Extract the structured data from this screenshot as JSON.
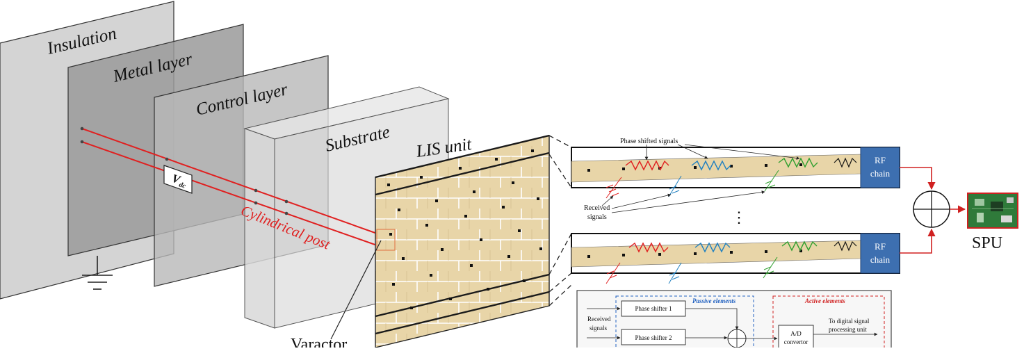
{
  "layers": {
    "insulation": "Insulation",
    "metal": "Metal layer",
    "control": "Control layer",
    "substrate": "Substrate",
    "lis_unit": "LIS unit"
  },
  "labels": {
    "vdc_main": "V",
    "vdc_sub": "dc",
    "cylindrical_post": "Cylindrical post",
    "varactor": "Varactor",
    "phase_shifted": "Phase shifted signals",
    "received_line1": "Received",
    "received_line2": "signals",
    "ellipsis": "⋮",
    "spu": "SPU"
  },
  "rf_chain": {
    "line1": "RF",
    "line2": "chain"
  },
  "inset": {
    "received_line1": "Received",
    "received_line2": "signals",
    "phase_shifter_1": "Phase shifter 1",
    "phase_shifter_2": "Phase shifter 2",
    "passive": "Passive elements",
    "active": "Active elements",
    "ad_line1": "A/D",
    "ad_line2": "convertor",
    "to_digital_1": "To digital signal",
    "to_digital_2": "processing unit"
  },
  "colors": {
    "accent_red": "#e02020",
    "rf_blue": "#3d6fb0",
    "wood": "#e8d5a8",
    "wave_red": "#e02020",
    "wave_blue": "#2080c0",
    "wave_green": "#30a030"
  }
}
